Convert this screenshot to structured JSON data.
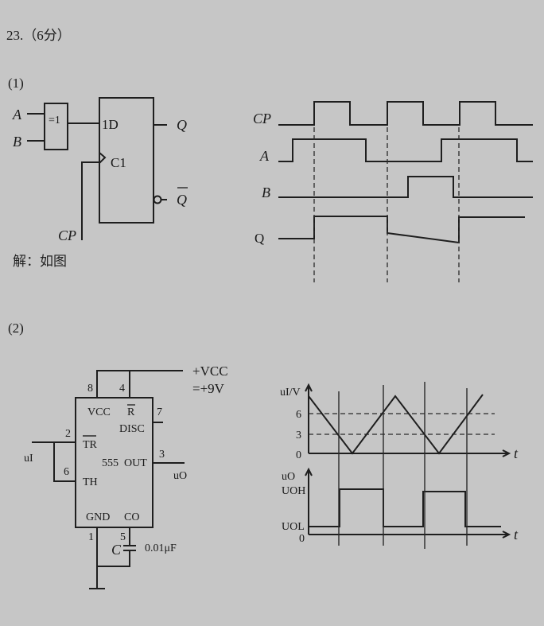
{
  "question": {
    "title": "23.（6分）"
  },
  "part1": {
    "label": "(1)",
    "circuit": {
      "input_a": "A",
      "input_b": "B",
      "xor_gate": "=1",
      "d_input": "1D",
      "clock_input": "C1",
      "clock_label": "CP",
      "output_q": "Q",
      "output_qbar": "Q"
    },
    "answer_note": "解：如图",
    "timing": {
      "signals": [
        "CP",
        "A",
        "B",
        "Q"
      ]
    }
  },
  "part2": {
    "label": "(2)",
    "chip": {
      "name": "555",
      "vcc": "VCC",
      "reset": "R",
      "disc": "DISC",
      "tr": "TR",
      "th": "TH",
      "out": "OUT",
      "gnd": "GND",
      "co": "CO"
    },
    "pins": {
      "p8": "8",
      "p4": "4",
      "p7": "7",
      "p2": "2",
      "p6": "6",
      "p3": "3",
      "p1": "1",
      "p5": "5"
    },
    "supply": {
      "label": "+VCC",
      "value": "=+9V"
    },
    "input_label": "uI",
    "output_label": "uO",
    "capacitor": {
      "name": "C",
      "value": "0.01μF"
    },
    "graph_top": {
      "ylabel": "uI/V",
      "ticks": [
        "6",
        "3",
        "0"
      ],
      "xlabel": "t"
    },
    "graph_bottom": {
      "ylabel": "uO",
      "high": "UOH",
      "low": "UOL",
      "zero": "0",
      "xlabel": "t"
    }
  }
}
